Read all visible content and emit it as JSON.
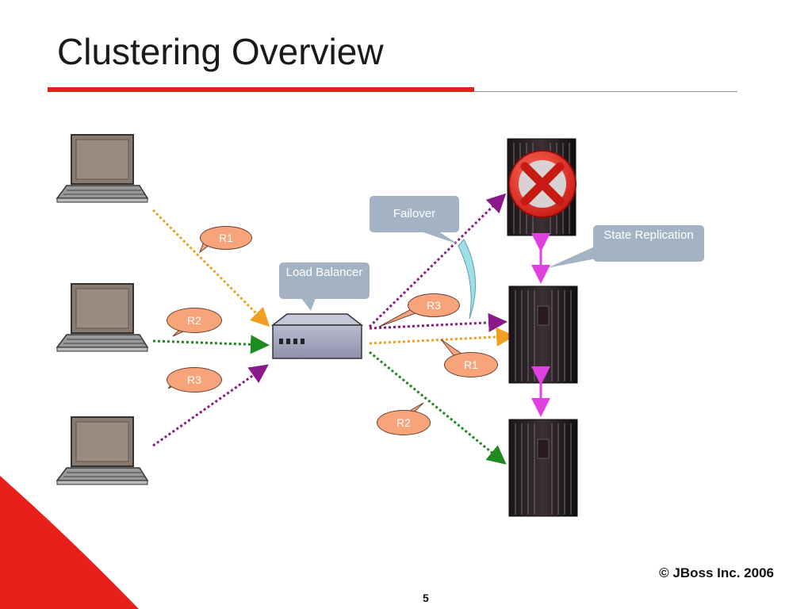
{
  "slide": {
    "title": "Clustering Overview",
    "footer": "© JBoss Inc. 2006",
    "page_number": "5"
  },
  "callouts": {
    "load_balancer": "Load Balancer",
    "failover": "Failover",
    "state_replication": "State Replication"
  },
  "request_tags": {
    "client1": "R1",
    "client2": "R2",
    "client3": "R3",
    "server_r3": "R3",
    "server_r1": "R1",
    "server_r2": "R2"
  },
  "colors": {
    "accent_red": "#e8201c",
    "r1_orange": "#f0a020",
    "r2_green": "#1f8a1f",
    "r3_purple": "#8a1a8a",
    "replication_magenta": "#e040e0",
    "callout_blue_gray": "#a3b3c4",
    "tag_fill": "#f8a47a"
  },
  "icons": {
    "client": "laptop-icon",
    "balancer": "load-balancer-icon",
    "server": "server-rack-icon",
    "failure": "failed-x-icon"
  }
}
